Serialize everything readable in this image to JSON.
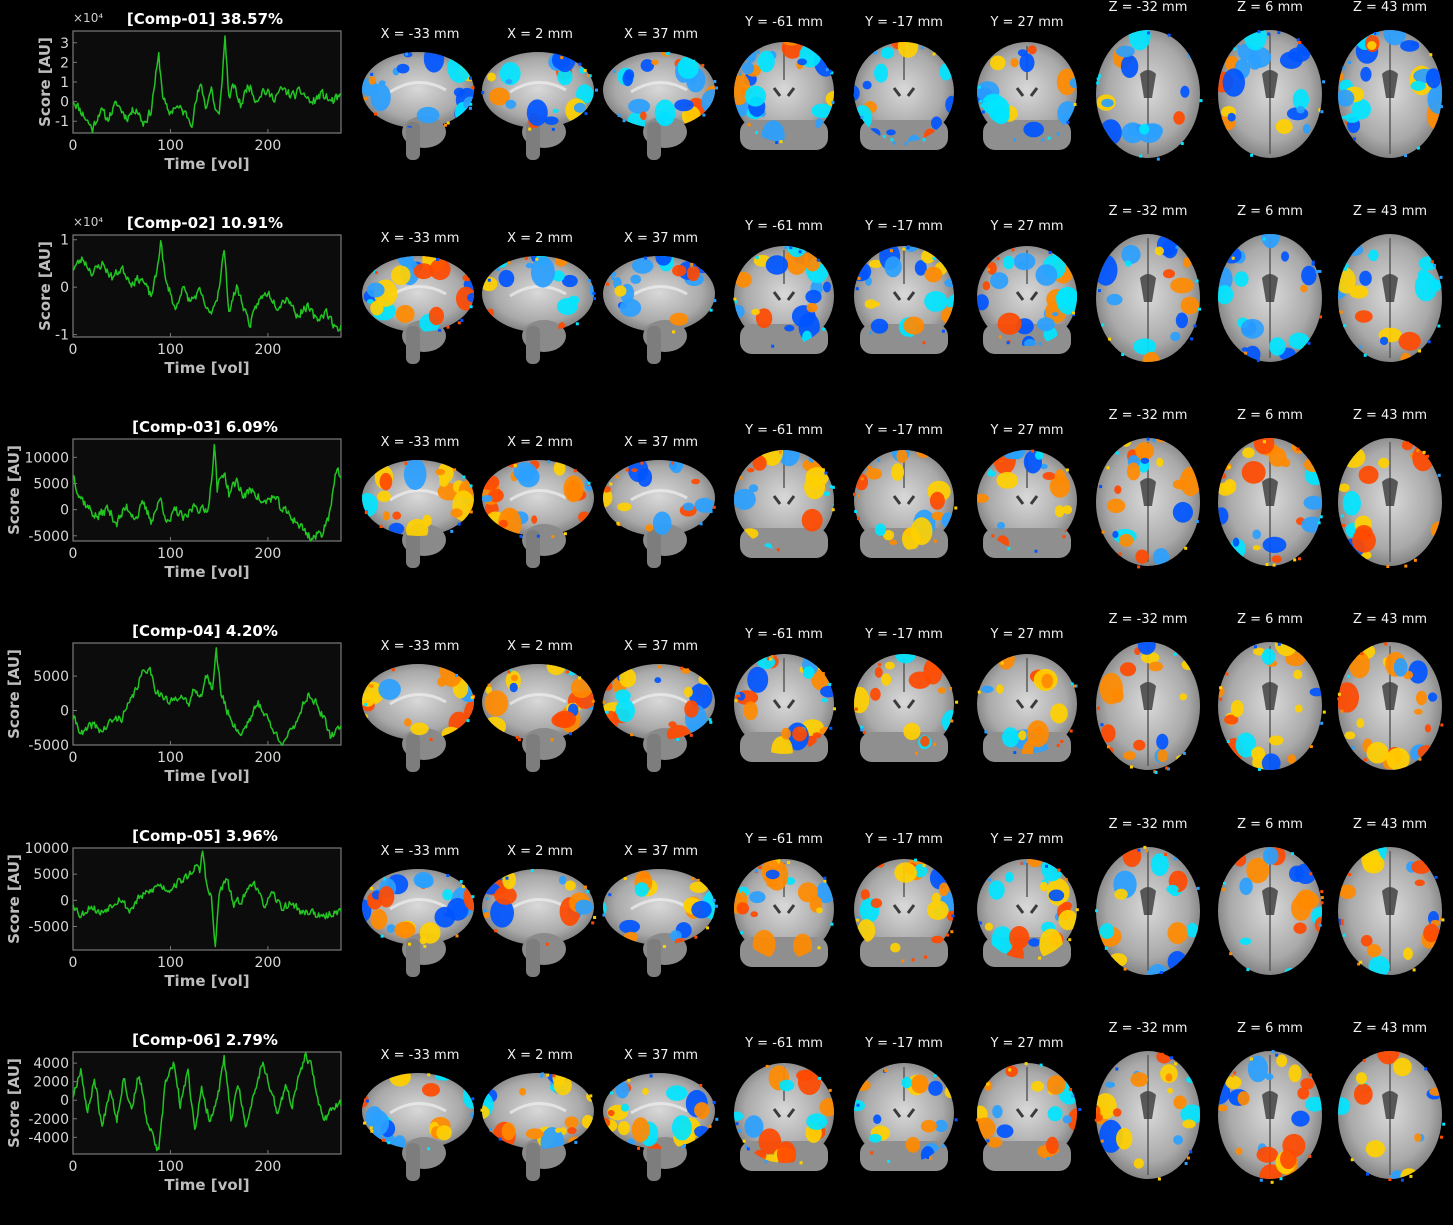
{
  "figure": {
    "xlabel": "Time [vol]",
    "ylabel": "Score [AU]",
    "x_ticks": [
      "0",
      "100",
      "200"
    ],
    "line_color": "#22c422",
    "axes_bg": "#0c0c0c",
    "axes_color": "#7a7a7a",
    "hot_colors": [
      "#ff4a00",
      "#ff8a00",
      "#ffd000"
    ],
    "cold_colors": [
      "#0055ff",
      "#2aa0ff",
      "#00e5ff"
    ],
    "slice_labels": [
      "X = -33 mm",
      "X = 2 mm",
      "X = 37 mm",
      "Y = -61 mm",
      "Y = -17 mm",
      "Y = 27 mm",
      "Z = -32 mm",
      "Z = 6 mm",
      "Z = 43 mm"
    ],
    "slice_views": [
      "sagittal",
      "sagittal",
      "sagittal",
      "coronal",
      "coronal",
      "coronal",
      "axial",
      "axial",
      "axial"
    ]
  },
  "chart_data": [
    {
      "type": "line",
      "title": "[Comp-01] 38.57%",
      "xlabel": "Time [vol]",
      "ylabel": "Score [AU]",
      "exponent_label": "×10⁴",
      "xlim": [
        0,
        275
      ],
      "ylim": [
        -1.6,
        3.6
      ],
      "y_ticks": [
        -1,
        0,
        1,
        2,
        3
      ],
      "y_tick_labels": [
        "-1",
        "0",
        "1",
        "2",
        "3"
      ],
      "series": [
        {
          "keypoints": [
            [
              0,
              0.1
            ],
            [
              10,
              -0.6
            ],
            [
              20,
              -1.4
            ],
            [
              28,
              -0.4
            ],
            [
              35,
              -0.9
            ],
            [
              45,
              -0.1
            ],
            [
              55,
              -0.8
            ],
            [
              65,
              -0.3
            ],
            [
              72,
              -1.1
            ],
            [
              80,
              -0.5
            ],
            [
              84,
              1.0
            ],
            [
              88,
              2.3
            ],
            [
              92,
              0.4
            ],
            [
              98,
              -0.7
            ],
            [
              105,
              -0.2
            ],
            [
              115,
              -0.6
            ],
            [
              122,
              -1.0
            ],
            [
              128,
              0.4
            ],
            [
              132,
              0.8
            ],
            [
              136,
              -0.3
            ],
            [
              142,
              0.7
            ],
            [
              146,
              -0.4
            ],
            [
              150,
              -0.8
            ],
            [
              153,
              1.2
            ],
            [
              156,
              3.3
            ],
            [
              160,
              0.2
            ],
            [
              165,
              0.8
            ],
            [
              172,
              -0.2
            ],
            [
              180,
              0.9
            ],
            [
              188,
              0.1
            ],
            [
              195,
              0.6
            ],
            [
              205,
              0.2
            ],
            [
              215,
              0.6
            ],
            [
              225,
              0.3
            ],
            [
              235,
              0.5
            ],
            [
              245,
              -0.1
            ],
            [
              255,
              0.4
            ],
            [
              265,
              0.0
            ],
            [
              275,
              0.2
            ]
          ],
          "noise": 0.35,
          "seed": 11
        }
      ]
    },
    {
      "type": "line",
      "title": "[Comp-02] 10.91%",
      "xlabel": "Time [vol]",
      "ylabel": "Score [AU]",
      "exponent_label": "×10⁴",
      "xlim": [
        0,
        275
      ],
      "ylim": [
        -1.05,
        1.1
      ],
      "y_ticks": [
        -1,
        0,
        1
      ],
      "y_tick_labels": [
        "-1",
        "0",
        "1"
      ],
      "series": [
        {
          "keypoints": [
            [
              0,
              0.4
            ],
            [
              10,
              0.6
            ],
            [
              20,
              0.3
            ],
            [
              30,
              0.5
            ],
            [
              40,
              0.2
            ],
            [
              50,
              0.4
            ],
            [
              60,
              0.1
            ],
            [
              70,
              0.2
            ],
            [
              80,
              -0.2
            ],
            [
              86,
              0.3
            ],
            [
              90,
              1.0
            ],
            [
              95,
              0.1
            ],
            [
              100,
              -0.1
            ],
            [
              105,
              -0.5
            ],
            [
              112,
              0.0
            ],
            [
              120,
              -0.3
            ],
            [
              130,
              -0.1
            ],
            [
              140,
              -0.6
            ],
            [
              148,
              -0.2
            ],
            [
              152,
              0.3
            ],
            [
              155,
              0.8
            ],
            [
              160,
              -0.5
            ],
            [
              168,
              0.0
            ],
            [
              175,
              -0.4
            ],
            [
              182,
              -0.8
            ],
            [
              190,
              -0.3
            ],
            [
              200,
              -0.1
            ],
            [
              210,
              -0.4
            ],
            [
              220,
              -0.2
            ],
            [
              230,
              -0.6
            ],
            [
              240,
              -0.4
            ],
            [
              250,
              -0.7
            ],
            [
              260,
              -0.5
            ],
            [
              270,
              -0.9
            ],
            [
              275,
              -0.8
            ]
          ],
          "noise": 0.13,
          "seed": 23
        }
      ]
    },
    {
      "type": "line",
      "title": "[Comp-03] 6.09%",
      "xlabel": "Time [vol]",
      "ylabel": "Score [AU]",
      "exponent_label": "",
      "xlim": [
        0,
        275
      ],
      "ylim": [
        -6000,
        13500
      ],
      "y_ticks": [
        -5000,
        0,
        5000,
        10000
      ],
      "y_tick_labels": [
        "-5000",
        "0",
        "5000",
        "10000"
      ],
      "series": [
        {
          "keypoints": [
            [
              0,
              7000
            ],
            [
              6,
              3000
            ],
            [
              15,
              500
            ],
            [
              25,
              -1500
            ],
            [
              35,
              200
            ],
            [
              45,
              -2500
            ],
            [
              55,
              500
            ],
            [
              65,
              -1500
            ],
            [
              72,
              1000
            ],
            [
              80,
              -2000
            ],
            [
              90,
              2000
            ],
            [
              98,
              -3000
            ],
            [
              105,
              0
            ],
            [
              115,
              -2000
            ],
            [
              125,
              1000
            ],
            [
              135,
              -500
            ],
            [
              140,
              1500
            ],
            [
              145,
              12500
            ],
            [
              148,
              4000
            ],
            [
              155,
              7500
            ],
            [
              160,
              3000
            ],
            [
              168,
              5500
            ],
            [
              175,
              2500
            ],
            [
              185,
              4000
            ],
            [
              195,
              1000
            ],
            [
              205,
              2500
            ],
            [
              215,
              0
            ],
            [
              225,
              -1500
            ],
            [
              235,
              -3500
            ],
            [
              245,
              -5500
            ],
            [
              255,
              -4500
            ],
            [
              262,
              -1500
            ],
            [
              270,
              7500
            ],
            [
              275,
              6000
            ]
          ],
          "noise": 1400,
          "seed": 37
        }
      ]
    },
    {
      "type": "line",
      "title": "[Comp-04] 4.20%",
      "xlabel": "Time [vol]",
      "ylabel": "Score [AU]",
      "exponent_label": "",
      "xlim": [
        0,
        275
      ],
      "ylim": [
        -5000,
        9800
      ],
      "y_ticks": [
        -5000,
        0,
        5000
      ],
      "y_tick_labels": [
        "-5000",
        "0",
        "5000"
      ],
      "series": [
        {
          "keypoints": [
            [
              0,
              -1000
            ],
            [
              10,
              -3500
            ],
            [
              20,
              -2000
            ],
            [
              30,
              -3000
            ],
            [
              40,
              -1500
            ],
            [
              50,
              -1000
            ],
            [
              60,
              1500
            ],
            [
              70,
              5000
            ],
            [
              78,
              6500
            ],
            [
              85,
              3000
            ],
            [
              92,
              2000
            ],
            [
              100,
              1000
            ],
            [
              110,
              2500
            ],
            [
              118,
              500
            ],
            [
              125,
              3500
            ],
            [
              132,
              2000
            ],
            [
              138,
              5500
            ],
            [
              143,
              3000
            ],
            [
              147,
              8500
            ],
            [
              152,
              2500
            ],
            [
              158,
              0
            ],
            [
              165,
              -2000
            ],
            [
              172,
              -3500
            ],
            [
              180,
              -1500
            ],
            [
              190,
              1000
            ],
            [
              198,
              -500
            ],
            [
              205,
              -3000
            ],
            [
              215,
              -4500
            ],
            [
              225,
              -3000
            ],
            [
              235,
              500
            ],
            [
              242,
              2500
            ],
            [
              250,
              1000
            ],
            [
              258,
              -1500
            ],
            [
              265,
              -4000
            ],
            [
              275,
              -2000
            ]
          ],
          "noise": 900,
          "seed": 41
        }
      ]
    },
    {
      "type": "line",
      "title": "[Comp-05] 3.96%",
      "xlabel": "Time [vol]",
      "ylabel": "Score [AU]",
      "exponent_label": "",
      "xlim": [
        0,
        275
      ],
      "ylim": [
        -9500,
        10000
      ],
      "y_ticks": [
        -5000,
        0,
        5000,
        10000
      ],
      "y_tick_labels": [
        "-5000",
        "0",
        "5000",
        "10000"
      ],
      "series": [
        {
          "keypoints": [
            [
              0,
              -500
            ],
            [
              8,
              -3000
            ],
            [
              18,
              -1000
            ],
            [
              28,
              -2500
            ],
            [
              38,
              -1000
            ],
            [
              48,
              500
            ],
            [
              58,
              -2000
            ],
            [
              68,
              500
            ],
            [
              78,
              1500
            ],
            [
              88,
              3000
            ],
            [
              98,
              2000
            ],
            [
              108,
              3500
            ],
            [
              118,
              4500
            ],
            [
              125,
              6500
            ],
            [
              130,
              5500
            ],
            [
              133,
              9500
            ],
            [
              138,
              2000
            ],
            [
              142,
              500
            ],
            [
              146,
              -9300
            ],
            [
              150,
              1500
            ],
            [
              158,
              4000
            ],
            [
              165,
              -1000
            ],
            [
              175,
              500
            ],
            [
              185,
              4000
            ],
            [
              195,
              -1000
            ],
            [
              205,
              1000
            ],
            [
              215,
              -1500
            ],
            [
              225,
              -500
            ],
            [
              235,
              -2500
            ],
            [
              245,
              -2000
            ],
            [
              255,
              -3500
            ],
            [
              265,
              -2500
            ],
            [
              275,
              -2000
            ]
          ],
          "noise": 1100,
          "seed": 53
        }
      ]
    },
    {
      "type": "line",
      "title": "[Comp-06] 2.79%",
      "xlabel": "Time [vol]",
      "ylabel": "Score [AU]",
      "exponent_label": "",
      "xlim": [
        0,
        275
      ],
      "ylim": [
        -5800,
        5200
      ],
      "y_ticks": [
        -4000,
        -2000,
        0,
        2000,
        4000
      ],
      "y_tick_labels": [
        "-4000",
        "-2000",
        "0",
        "2000",
        "4000"
      ],
      "series": [
        {
          "keypoints": [
            [
              0,
              500
            ],
            [
              8,
              3500
            ],
            [
              15,
              -1500
            ],
            [
              22,
              2500
            ],
            [
              30,
              -3000
            ],
            [
              38,
              1500
            ],
            [
              45,
              -2000
            ],
            [
              52,
              2500
            ],
            [
              60,
              -1000
            ],
            [
              68,
              3000
            ],
            [
              75,
              -2000
            ],
            [
              82,
              -4000
            ],
            [
              88,
              -5700
            ],
            [
              95,
              2000
            ],
            [
              103,
              4000
            ],
            [
              110,
              -500
            ],
            [
              118,
              3000
            ],
            [
              125,
              -3000
            ],
            [
              132,
              1000
            ],
            [
              140,
              -2000
            ],
            [
              148,
              0
            ],
            [
              155,
              4500
            ],
            [
              162,
              -2000
            ],
            [
              170,
              1500
            ],
            [
              178,
              -3000
            ],
            [
              185,
              500
            ],
            [
              195,
              4300
            ],
            [
              203,
              1000
            ],
            [
              210,
              -1500
            ],
            [
              218,
              1500
            ],
            [
              225,
              -500
            ],
            [
              232,
              2500
            ],
            [
              238,
              4800
            ],
            [
              245,
              3500
            ],
            [
              252,
              -500
            ],
            [
              258,
              -2000
            ],
            [
              265,
              -1000
            ],
            [
              275,
              -500
            ]
          ],
          "noise": 700,
          "seed": 67
        }
      ]
    }
  ]
}
